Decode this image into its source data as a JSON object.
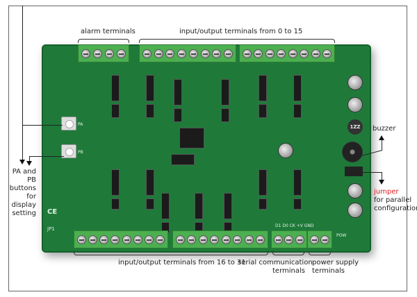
{
  "annotations": {
    "alarm_terminals": "alarm terminals",
    "io_0_15": "input/output terminals from 0 to 15",
    "io_16_31": "input/output terminals from 16 to 31",
    "serial_line1": "serial communication",
    "serial_line2": "terminals",
    "power_line1": "power supply",
    "power_line2": "terminals",
    "buzzer": "buzzer",
    "jumper": "jumper",
    "jumper_desc1": "for parallel",
    "jumper_desc2": "configuration",
    "buttons_line1": "PA and PB",
    "buttons_line2": "buttons for",
    "buttons_line3": "display",
    "buttons_line4": "setting"
  },
  "board_silk": {
    "jp1": "JP1",
    "pa": "PA",
    "pb": "PB",
    "ce": "CE",
    "serial_pins": "D1  D0  CK  +V  GND",
    "pow": "POW",
    "buzzer_part": "1ZZ"
  },
  "colors": {
    "jumper": "#e02020",
    "board": "#1f7a3a"
  }
}
